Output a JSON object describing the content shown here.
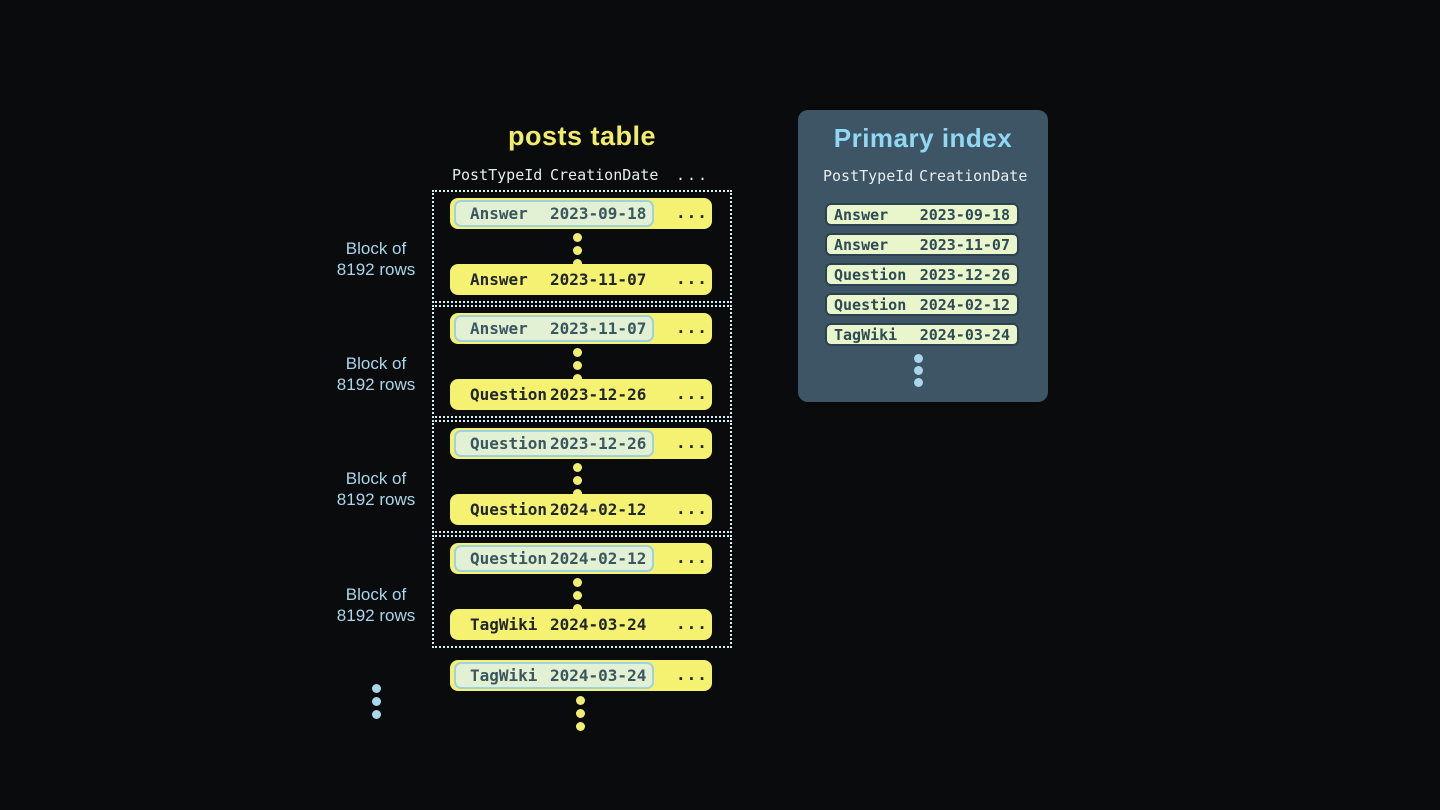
{
  "colors": {
    "background": "#0a0b0c",
    "row_yellow": "#f5f171",
    "title_yellow": "#f0ec6c",
    "highlight_green": "#e2f0d4",
    "highlight_border_blue": "#9ed1e1",
    "panel_slate": "#3e5566",
    "index_row_green": "#e9f5cb",
    "accent_blue": "#a9d6ea",
    "panel_title_blue": "#90d8f3",
    "dotted_border": "#d9edf5",
    "dark_text": "#20262a"
  },
  "posts_table": {
    "title": "posts table",
    "headers": [
      "PostTypeId",
      "CreationDate",
      "..."
    ],
    "ellipsis": "...",
    "block_label": {
      "line1": "Block of",
      "line2": "8192 rows"
    },
    "blocks": [
      {
        "first": {
          "type": "Answer",
          "date": "2023-09-18"
        },
        "last": {
          "type": "Answer",
          "date": "2023-11-07"
        }
      },
      {
        "first": {
          "type": "Answer",
          "date": "2023-11-07"
        },
        "last": {
          "type": "Question",
          "date": "2023-12-26"
        }
      },
      {
        "first": {
          "type": "Question",
          "date": "2023-12-26"
        },
        "last": {
          "type": "Question",
          "date": "2024-02-12"
        }
      },
      {
        "first": {
          "type": "Question",
          "date": "2024-02-12"
        },
        "last": {
          "type": "TagWiki",
          "date": "2024-03-24"
        }
      }
    ],
    "overflow_row": {
      "type": "TagWiki",
      "date": "2024-03-24"
    }
  },
  "primary_index": {
    "title": "Primary index",
    "headers": [
      "PostTypeId",
      "CreationDate"
    ],
    "rows": [
      {
        "type": "Answer",
        "date": "2023-09-18"
      },
      {
        "type": "Answer",
        "date": "2023-11-07"
      },
      {
        "type": "Question",
        "date": "2023-12-26"
      },
      {
        "type": "Question",
        "date": "2024-02-12"
      },
      {
        "type": "TagWiki",
        "date": "2024-03-24"
      }
    ]
  }
}
